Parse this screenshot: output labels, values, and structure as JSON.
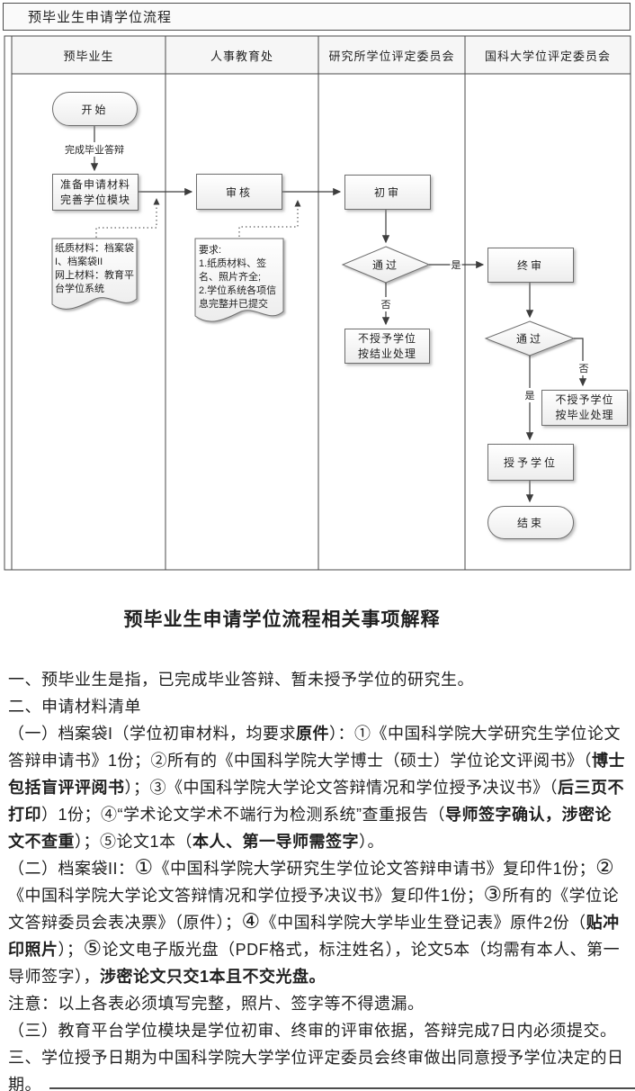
{
  "flowchart": {
    "title": "预毕业生申请学位流程",
    "lanes": [
      "预毕业生",
      "人事教育处",
      "研究所学位评定委员会",
      "国科大学位评定委员会"
    ],
    "nodes": {
      "start": "开始",
      "prepare": "准备申请材料\n完善学位模块",
      "doc_materials": "纸质材料：档案袋I、档案袋II\n网上材料：教育平台学位系统",
      "review": "审核",
      "doc_requirements": "要求:\n1.纸质材料、签名、照片齐全;\n2.学位系统各项信息完整并已提交",
      "initial_review": "初审",
      "pass1": "通过",
      "no_degree_completion": "不授予学位\n按结业处理",
      "final_review": "终审",
      "pass2": "通过",
      "no_degree_graduation": "不授予学位\n按毕业处理",
      "award": "授予学位",
      "end": "结束"
    },
    "labels": {
      "defense_done": "完成毕业答辩",
      "yes": "是",
      "no": "否"
    }
  },
  "notes": {
    "title": "预毕业生申请学位流程相关事项解释",
    "paragraphs": [
      {
        "runs": [
          {
            "t": "一、预毕业生是指，已完成毕业答辩、暂未授予学位的研究生。"
          }
        ]
      },
      {
        "runs": [
          {
            "t": "二、申请材料清单"
          }
        ]
      },
      {
        "runs": [
          {
            "t": "（一）档案袋I（学位初审材料，均要求"
          },
          {
            "t": "原件",
            "b": true
          },
          {
            "t": "）：①《中国科学院大学研究生学位论文答辩申请书》1份；②所有的《中国科学院大学博士（硕士）学位论文评阅书》（"
          },
          {
            "t": "博士包括盲评评阅书",
            "b": true
          },
          {
            "t": "）；③《中国科学院大学论文答辩情况和学位授予决议书》（"
          },
          {
            "t": "后三页不打印",
            "b": true
          },
          {
            "t": "）1份；④“学术论文学术不端行为检测系统”查重报告（"
          },
          {
            "t": "导师签字确认，涉密论文不查重",
            "b": true
          },
          {
            "t": "）；⑤论文1本（"
          },
          {
            "t": "本人、第一导师需签字",
            "b": true
          },
          {
            "t": "）。"
          }
        ]
      },
      {
        "runs": [
          {
            "t": "（二）档案袋II："
          },
          {
            "t": "①",
            "lg": true
          },
          {
            "t": "《中国科学院大学研究生学位论文答辩申请书》复印件1份；"
          },
          {
            "t": "②",
            "lg": true
          },
          {
            "t": "《中国科学院大学论文答辩情况和学位授予决议书》复印件1份；"
          },
          {
            "t": "③",
            "lg": true
          },
          {
            "t": "所有的《学位论文答辩委员会表决票》（原件）；"
          },
          {
            "t": "④",
            "lg": true
          },
          {
            "t": "《中国科学院大学毕业生登记表》原件2份（"
          },
          {
            "t": "贴冲印照片",
            "b": true
          },
          {
            "t": "）；"
          },
          {
            "t": "⑤",
            "lg": true
          },
          {
            "t": "论文电子版光盘（PDF格式，标注姓名），论文5本（均需有本人、第一导师签字），"
          },
          {
            "t": "涉密论文只交1本且不交光盘。",
            "b": true
          }
        ]
      },
      {
        "runs": [
          {
            "t": "注意：以上各表必须填写完整，照片、签字等不得遗漏。"
          }
        ]
      },
      {
        "runs": [
          {
            "t": "（三）教育平台学位模块是学位初审、终审的评审依据，答辩完成7日内必须提交。"
          }
        ]
      },
      {
        "runs": [
          {
            "t": "三、学位授予日期为中国科学院大学学位评定委员会终审做出同意授予学位决定的日期。"
          }
        ]
      }
    ]
  }
}
